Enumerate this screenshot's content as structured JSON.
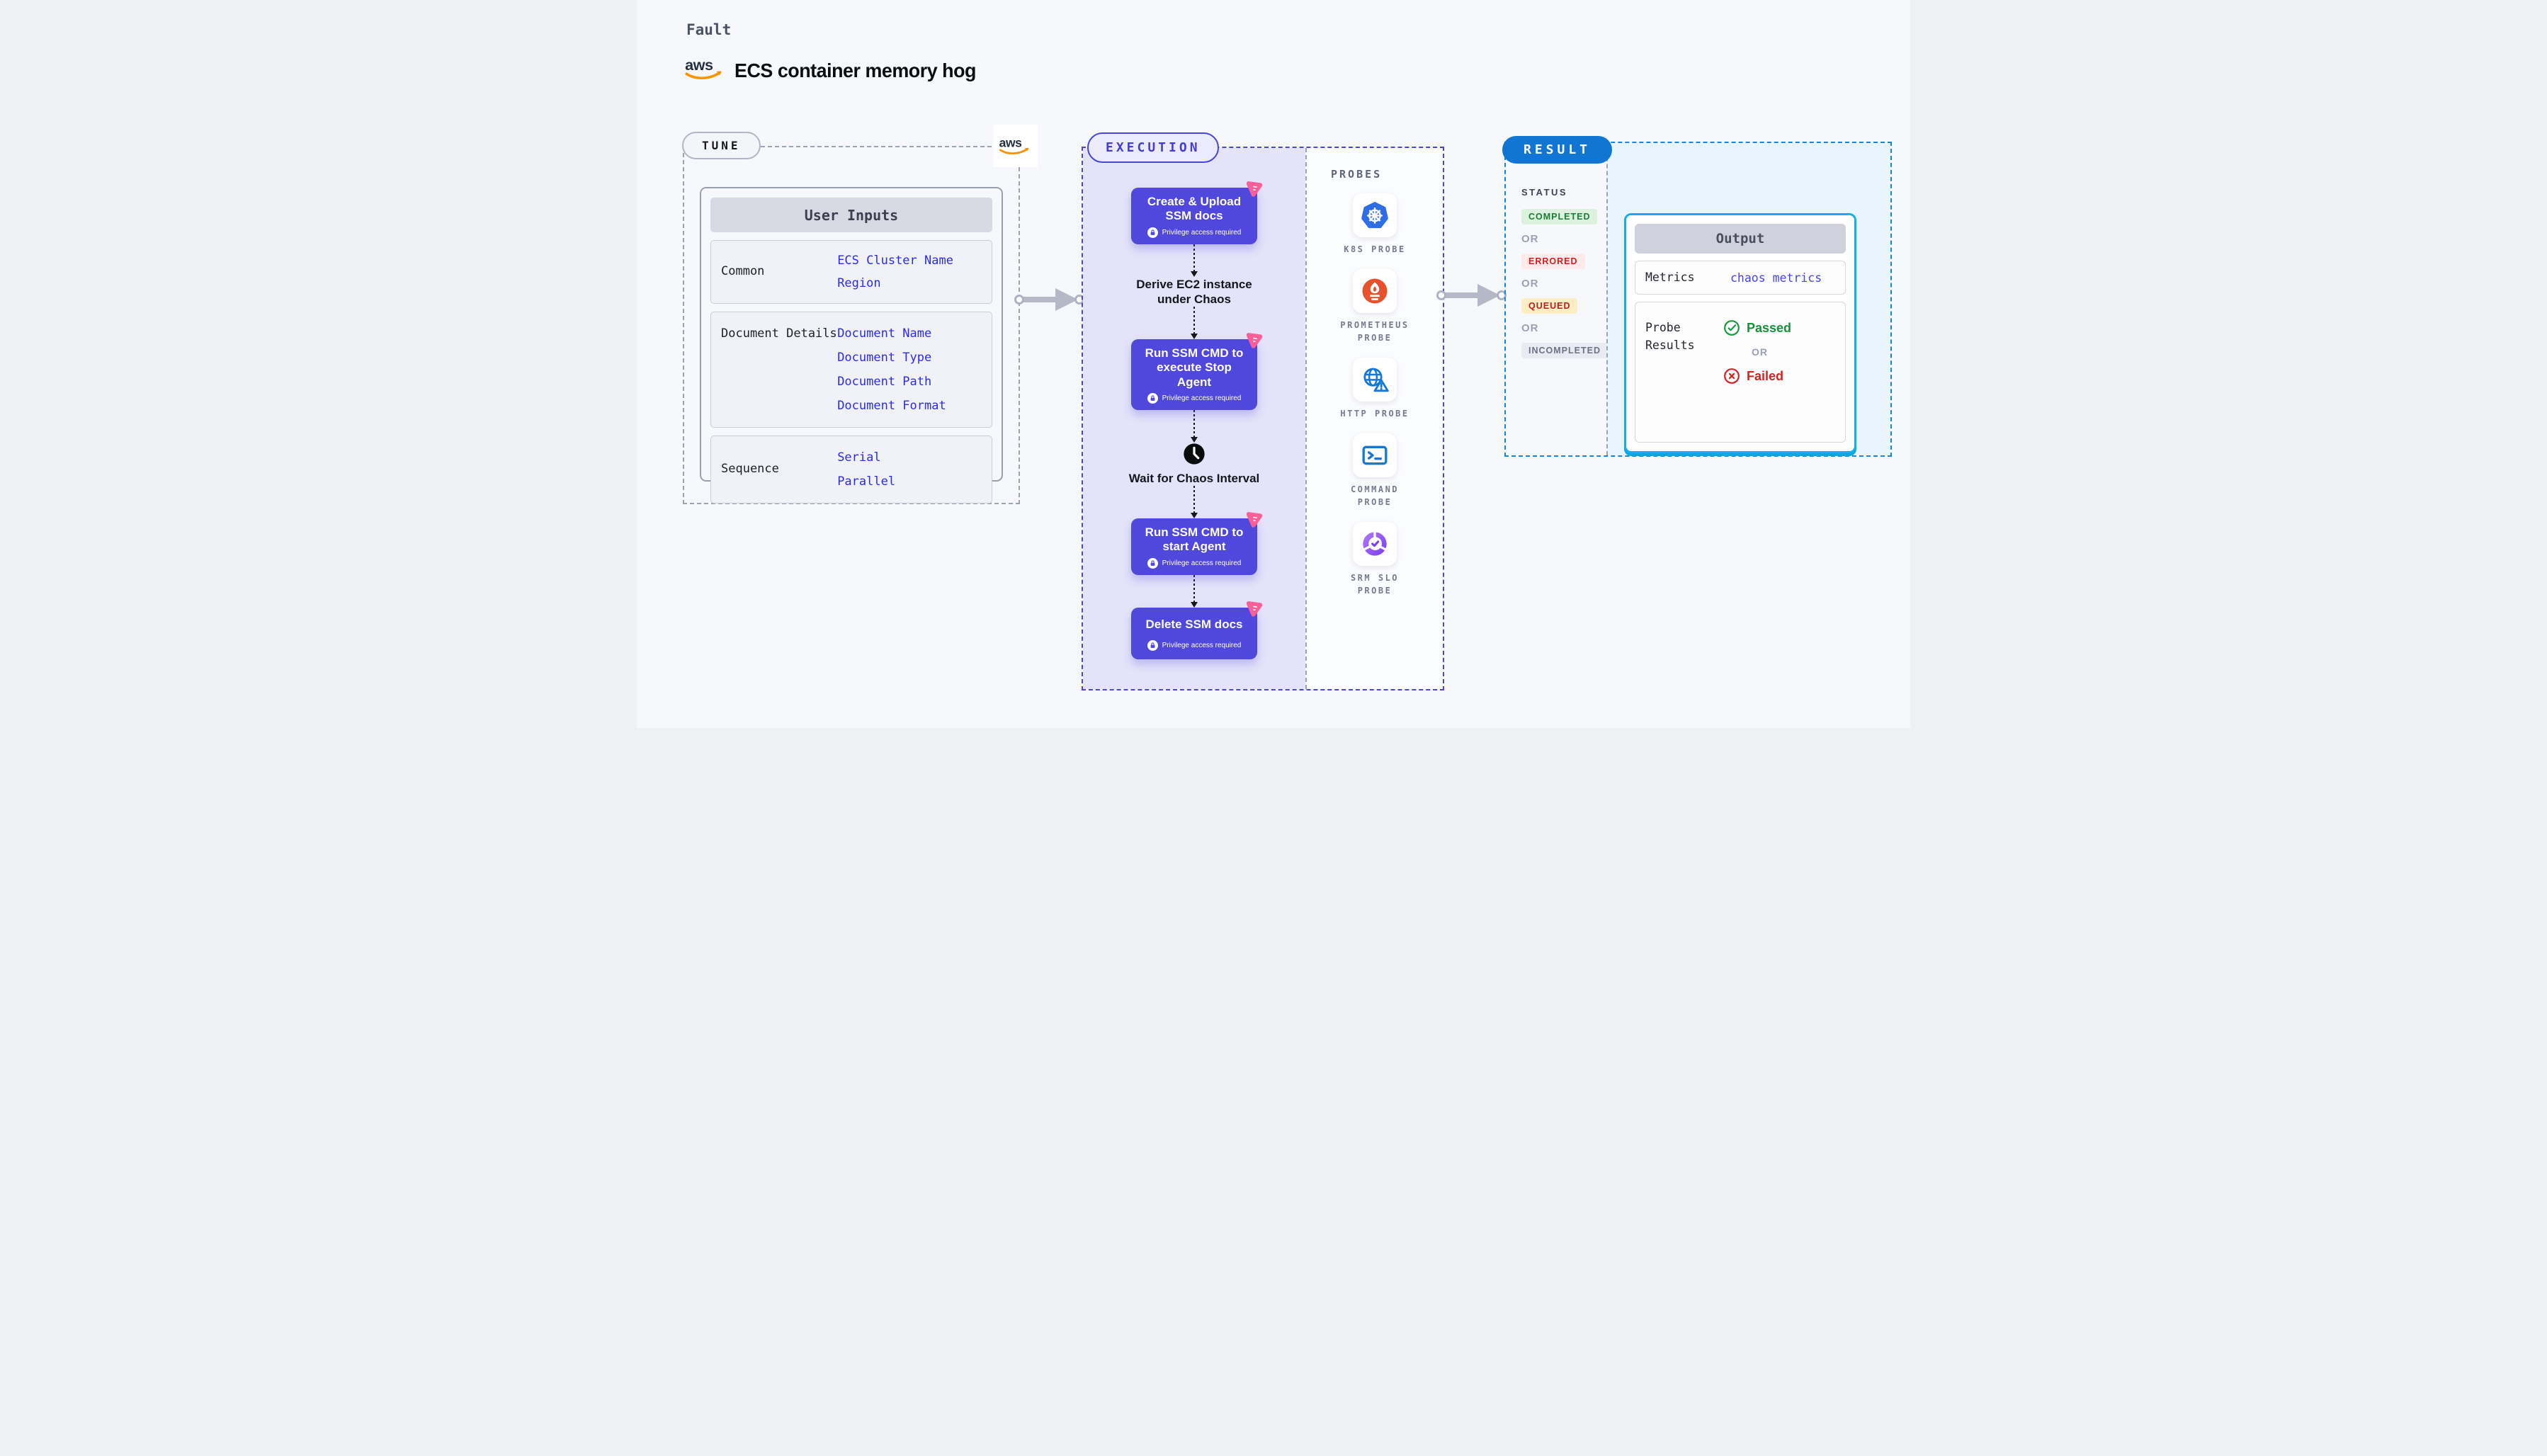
{
  "header": {
    "kicker": "Fault",
    "title": "ECS container memory hog",
    "aws_logo_text": "aws"
  },
  "tune": {
    "badge": "TUNE",
    "table": {
      "header": "User Inputs",
      "groups": [
        {
          "label": "Common",
          "items": [
            "ECS Cluster Name",
            "Region"
          ]
        },
        {
          "label": "Document Details",
          "items": [
            "Document Name",
            "Document Type",
            "Document Path",
            "Document Format"
          ]
        },
        {
          "label": "Sequence",
          "items": [
            "Serial",
            "Parallel"
          ]
        }
      ]
    }
  },
  "execution": {
    "badge": "EXECUTION",
    "privilege_label": "Privilege access required",
    "steps": {
      "box1": "Create & Upload SSM docs",
      "derive": "Derive EC2 instance under Chaos",
      "box2": "Run SSM CMD to execute Stop Agent",
      "wait": "Wait for Chaos Interval",
      "box3": "Run SSM CMD to start Agent",
      "box4": "Delete SSM docs"
    }
  },
  "probes": {
    "title": "PROBES",
    "items": [
      {
        "name": "k8s",
        "label": "K8S PROBE"
      },
      {
        "name": "prometheus",
        "label": "PROMETHEUS PROBE"
      },
      {
        "name": "http",
        "label": "HTTP PROBE"
      },
      {
        "name": "command",
        "label": "COMMAND PROBE"
      },
      {
        "name": "srm-slo",
        "label": "SRM SLO PROBE"
      }
    ]
  },
  "result": {
    "badge": "RESULT",
    "status_title": "STATUS",
    "or_label": "OR",
    "statuses": [
      {
        "label": "COMPLETED",
        "type": "completed"
      },
      {
        "label": "ERRORED",
        "type": "errored"
      },
      {
        "label": "QUEUED",
        "type": "queued"
      },
      {
        "label": "INCOMPLETED",
        "type": "incompleted"
      }
    ],
    "output": {
      "header": "Output",
      "metrics_label": "Metrics",
      "metrics_value": "chaos metrics",
      "probe_results_label": "Probe Results",
      "passed": "Passed",
      "failed": "Failed"
    }
  },
  "colors": {
    "page_bg": "#f7f8fb",
    "step_purple": "#5047dc",
    "execution_indigo": "#4a46d9",
    "execution_bg": "#e4e3f9",
    "link_blue": "#2b2bf0",
    "result_blue": "#1175d3",
    "result_border": "#1b84d8",
    "result_bg": "#e8f5fc",
    "output_border": "#14aee8",
    "pink_flag": "#fa5f98",
    "passed_green": "#149238",
    "failed_red": "#d32222",
    "aws_orange": "#f79400",
    "aws_navy": "#232f3e"
  }
}
